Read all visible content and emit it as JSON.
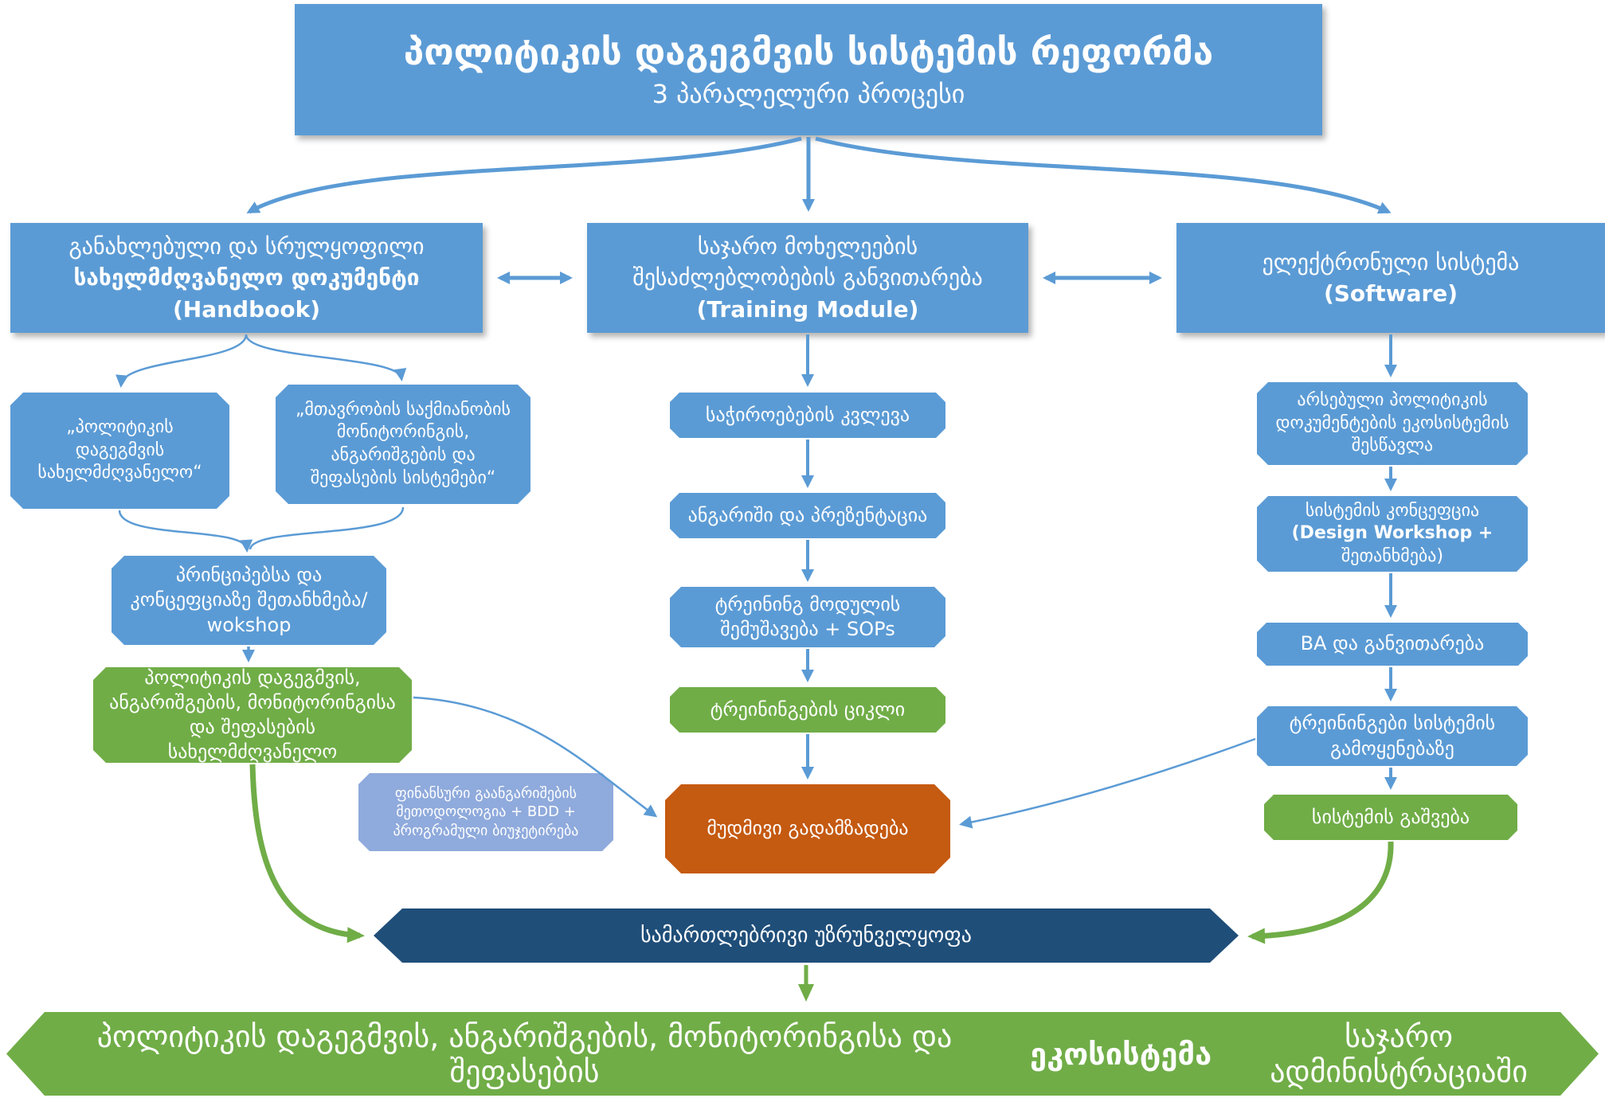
{
  "title": {
    "heading": "პოლიტიკის დაგეგმვის სისტემის რეფორმა",
    "subheading": "3 პარალელური პროცესი"
  },
  "handbook": {
    "header": {
      "line1": "განახლებული და სრულყოფილი",
      "line2": "სახელმძღვანელო დოკუმენტი",
      "line3": "(Handbook)"
    },
    "source_doc_1": "„პოლიტიკის დაგეგმვის სახელმძღვანელო“",
    "source_doc_2": "„მთავრობის საქმიანობის მონიტორინგის, ანგარიშგების და შეფასების სისტემები“",
    "workshop": "პრინციპებსა და კონცეფციაზე შეთანხმება/ wokshop",
    "result": "პოლიტიკის დაგეგმვის, ანგარიშგების, მონიტორინგისა და შეფასების სახელმძღვანელო"
  },
  "training": {
    "header": {
      "line1": "საჯარო მოხელეების",
      "line2": "შესაძლებლობების განვითარება",
      "line3": "(Training Module)"
    },
    "steps": {
      "needs_research": "საჭიროებების კვლევა",
      "report_presentation": "ანგარიში და პრეზენტაცია",
      "module_dev": "ტრეინინგ მოდულის შემუშავება + SOPs",
      "training_cycle": "ტრეინინგების ციკლი",
      "continuous_training": "მუდმივი გადამზადება"
    }
  },
  "software": {
    "header": {
      "line1": "ელექტრონული სისტემა",
      "line2": "(Software)"
    },
    "steps": {
      "ecosystem_study": "არსებული პოლიტიკის დოკუმენტების ეკოსისტემის შესწავლა",
      "concept_line1": "სისტემის კონცეფცია",
      "concept_line2": "(Design Workshop +",
      "concept_line3": "შეთანხმება)",
      "ba_development": "BA და განვითარება",
      "system_trainings": "ტრეინინგები სისტემის გამოყენებაზე",
      "system_launch": "სისტემის გაშვება"
    }
  },
  "finance_note": "ფინანსური გაანგარიშების მეთოდოლოგია + BDD + პროგრამული ბიუჯეტირება",
  "legal_support": "სამართლებრივი უზრუნველყოფა",
  "outcome": {
    "part1": "პოლიტიკის დაგეგმვის, ანგარიშგების, მონიტორინგისა და შეფასების ",
    "bold": "ეკოსისტემა",
    "part2": " საჯარო ადმინისტრაციაში"
  },
  "colors": {
    "blue": "#5B9BD5",
    "green": "#70AD47",
    "orange": "#C55A11",
    "periwinkle": "#8FAADC",
    "navy": "#1F4E79"
  }
}
